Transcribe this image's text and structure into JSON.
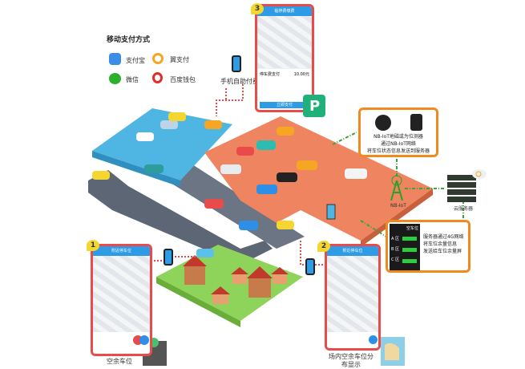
{
  "payment": {
    "title": "移动支付方式",
    "methods": [
      {
        "label": "支付宝",
        "icon": "alipay-icon",
        "color": "#3a8ee6"
      },
      {
        "label": "翼支付",
        "icon": "bestpay-icon",
        "color": "#f5a623"
      },
      {
        "label": "微信",
        "icon": "wechat-icon",
        "color": "#2ab02a"
      },
      {
        "label": "百度钱包",
        "icon": "baidu-wallet-icon",
        "color": "#e52a2a"
      }
    ]
  },
  "self_pay": {
    "label": "手机自助付费"
  },
  "phone3": {
    "badge": "3",
    "header": "临停费缴费",
    "fee_title": "停车费支付",
    "fee_amount": "10.00元",
    "button": "立即支付"
  },
  "nbiot_box": {
    "lines": [
      "NB-IoT地磁或为位测器",
      "通过NB-IoT网络",
      "将车位状态信息发送到服务器"
    ]
  },
  "tower": {
    "label": "NB-IoT"
  },
  "server": {
    "label": "云服务器"
  },
  "display_box": {
    "sign_title": "空车位",
    "zones": [
      {
        "zone": "A 区"
      },
      {
        "zone": "B 区"
      },
      {
        "zone": "C 区"
      }
    ],
    "lines": [
      "服务器通过4G网络",
      "将车位余量信息",
      "发送给车位余量屏"
    ]
  },
  "phone1": {
    "badge": "1",
    "header": "附近停车位",
    "label": "空余车位"
  },
  "phone2": {
    "badge": "2",
    "header": "附近停车位",
    "label": "场内空余车位分布显示"
  },
  "colors": {
    "blue_lot": "#4fb6e3",
    "orange_lot": "#ee8560",
    "green_area": "#8fd45a",
    "road": "#5c6675",
    "accent": "#f08a1f",
    "link": "#e94b4b"
  }
}
